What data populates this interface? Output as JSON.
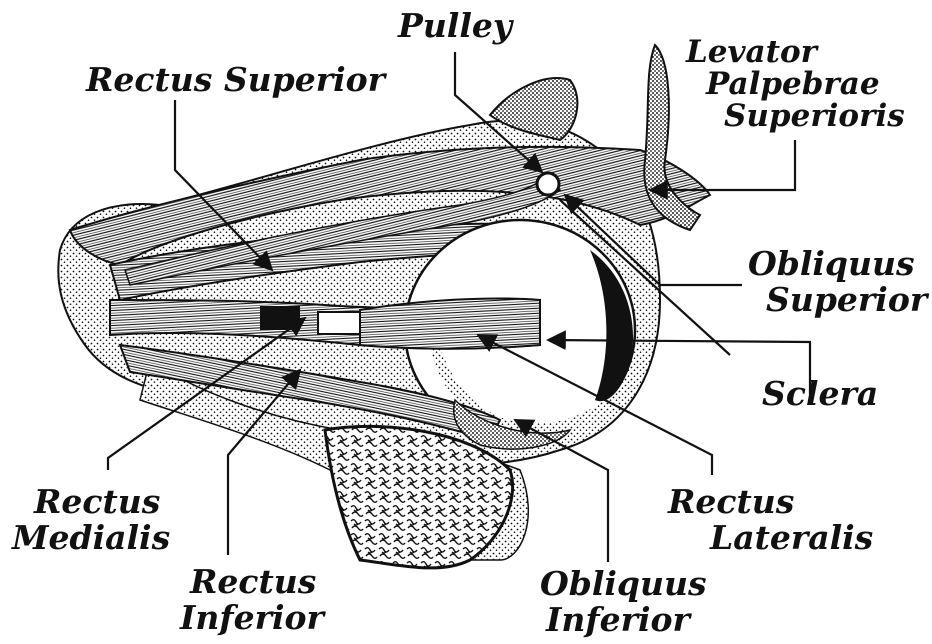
{
  "figure": {
    "background": "#ffffff",
    "ink": "#111111"
  },
  "labels": {
    "pulley": "Pulley",
    "rectus_superior": "Rectus Superior",
    "levator": [
      "Levator",
      "Palpebrae",
      "Superioris"
    ],
    "obliquus_superior": [
      "Obliquus",
      "Superior"
    ],
    "sclera": "Sclera",
    "rectus_medialis": [
      "Rectus",
      "Medialis"
    ],
    "rectus_inferior": [
      "Rectus",
      "Inferior"
    ],
    "obliquus_inferior": [
      "Obliquus",
      "Inferior"
    ],
    "rectus_lateralis": [
      "Rectus",
      "Lateralis"
    ]
  }
}
